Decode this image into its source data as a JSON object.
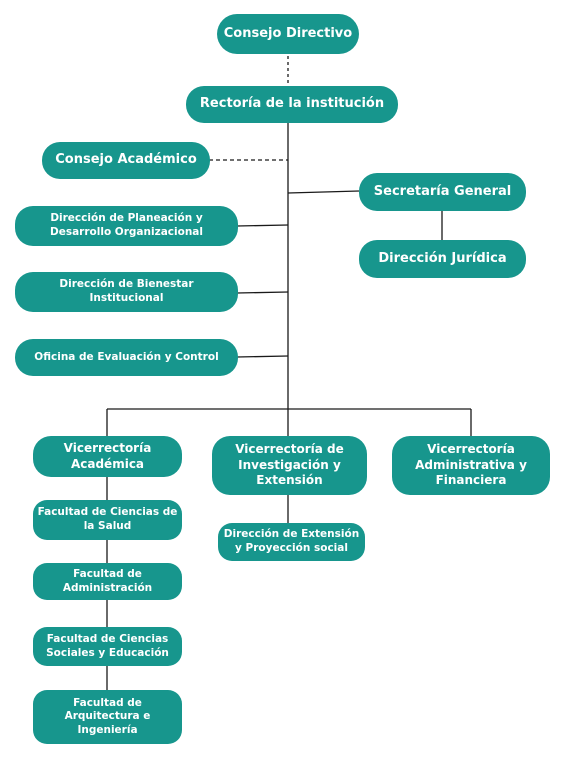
{
  "nodes": {
    "consejo_directivo": "Consejo Directivo",
    "rectoria": "Rectoría de la institución",
    "consejo_academico": "Consejo Académico",
    "secretaria_general": "Secretaría General",
    "direccion_juridica": "Dirección Jurídica",
    "direccion_planeacion": "Dirección de Planeación y Desarrollo Organizacional",
    "direccion_bienestar": "Dirección de Bienestar Institucional",
    "oficina_evaluacion": "Oficina de Evaluación y Control",
    "vic_academica": "Vicerrectoría Académica",
    "vic_investigacion": "Vicerrectoría de Investigación y Extensión",
    "vic_administrativa": "Vicerrectoría Administrativa y Financiera",
    "direccion_extension": "Dirección de Extensión y Proyección social",
    "facultad_salud": "Facultad de Ciencias de la Salud",
    "facultad_administracion": "Facultad de Administración",
    "facultad_sociales": "Facultad de Ciencias Sociales y Educación",
    "facultad_arquitectura": "Facultad de Arquitectura e Ingeniería"
  },
  "colors": {
    "node_fill": "#17968d",
    "node_text": "#ffffff",
    "connector": "#1a1a1a"
  }
}
